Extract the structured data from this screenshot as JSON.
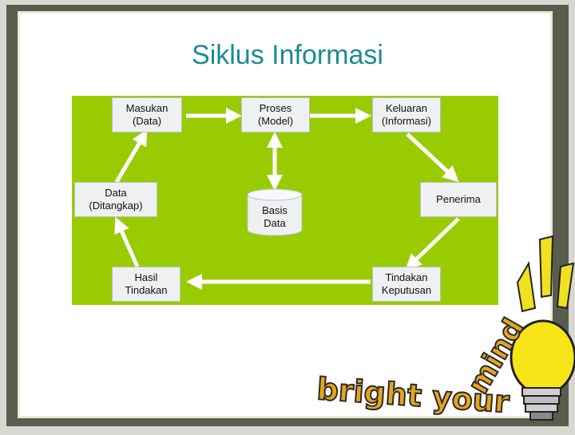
{
  "slide": {
    "title": "Siklus Informasi"
  },
  "diagram": {
    "nodes": {
      "masukan": "Masukan\n(Data)",
      "proses": "Proses\n(Model)",
      "keluaran": "Keluaran\n(Informasi)",
      "penerima": "Penerima",
      "tindakan": "Tindakan\nKeputusan",
      "hasil": "Hasil\nTindakan",
      "data": "Data\n(Ditangkap)",
      "basis": "Basis\nData"
    }
  },
  "logo": {
    "text": "bright your mind",
    "icon": "lightbulb-icon"
  },
  "colors": {
    "background": "#98cc00",
    "title": "#1a8c96",
    "box": "#eef0f2",
    "arrow": "#ffffff"
  }
}
